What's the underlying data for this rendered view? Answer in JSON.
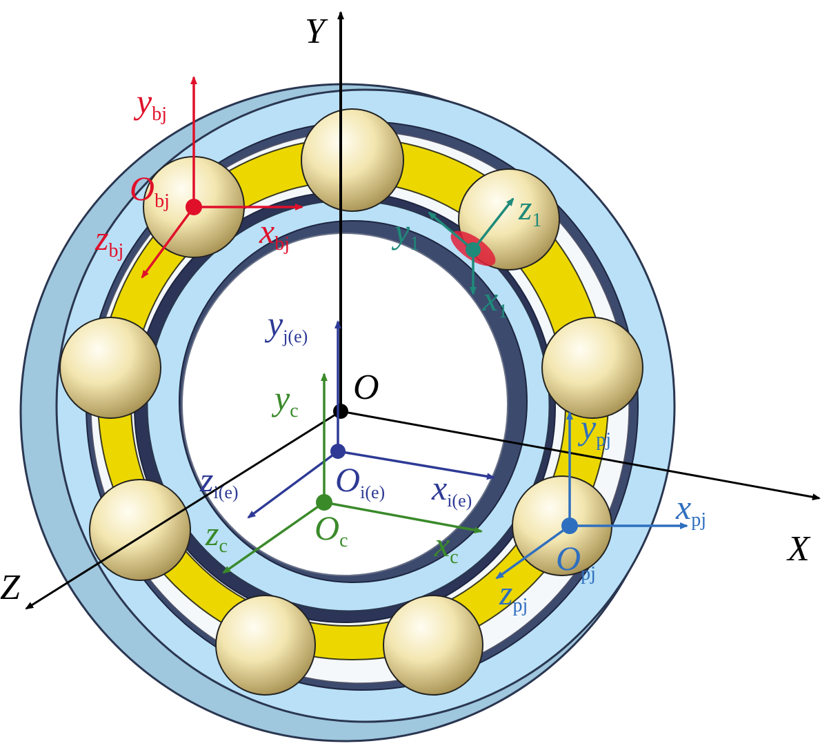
{
  "colors": {
    "ring_blue": "#b9e0f6",
    "ring_edge": "#3a4a6a",
    "cage_yellow": "#ecd800",
    "ball": "#f3e6b0",
    "global": "#000000",
    "ball_frame": "#e0102a",
    "contact_frame": "#1f8a7a",
    "inner_frame": "#2e3a95",
    "cage_frame": "#3a8a2a",
    "pocket_frame": "#2f6fbf"
  },
  "global": {
    "X": "X",
    "Y": "Y",
    "Z": "Z",
    "O": "O"
  },
  "ball_frame": {
    "y": "y",
    "y_sub": "bj",
    "x": "x",
    "x_sub": "bj",
    "z": "z",
    "z_sub": "bj",
    "o": "O",
    "o_sub": "bj"
  },
  "contact_frame": {
    "x": "x",
    "x_sub": "1",
    "y": "y",
    "y_sub": "1",
    "z": "z",
    "z_sub": "1"
  },
  "inner_frame": {
    "y": "y",
    "y_sub": "j(e)",
    "x": "x",
    "x_sub": "i(e)",
    "z": "z",
    "z_sub": "i(e)",
    "o": "O",
    "o_sub": "i(e)"
  },
  "cage_frame": {
    "y": "y",
    "y_sub": "c",
    "x": "x",
    "x_sub": "c",
    "z": "z",
    "z_sub": "c",
    "o": "O",
    "o_sub": "c"
  },
  "pocket_frame": {
    "y": "y",
    "y_sub": "pj",
    "x": "x",
    "x_sub": "pj",
    "z": "z",
    "z_sub": "pj",
    "o": "O",
    "o_sub": "pj"
  }
}
